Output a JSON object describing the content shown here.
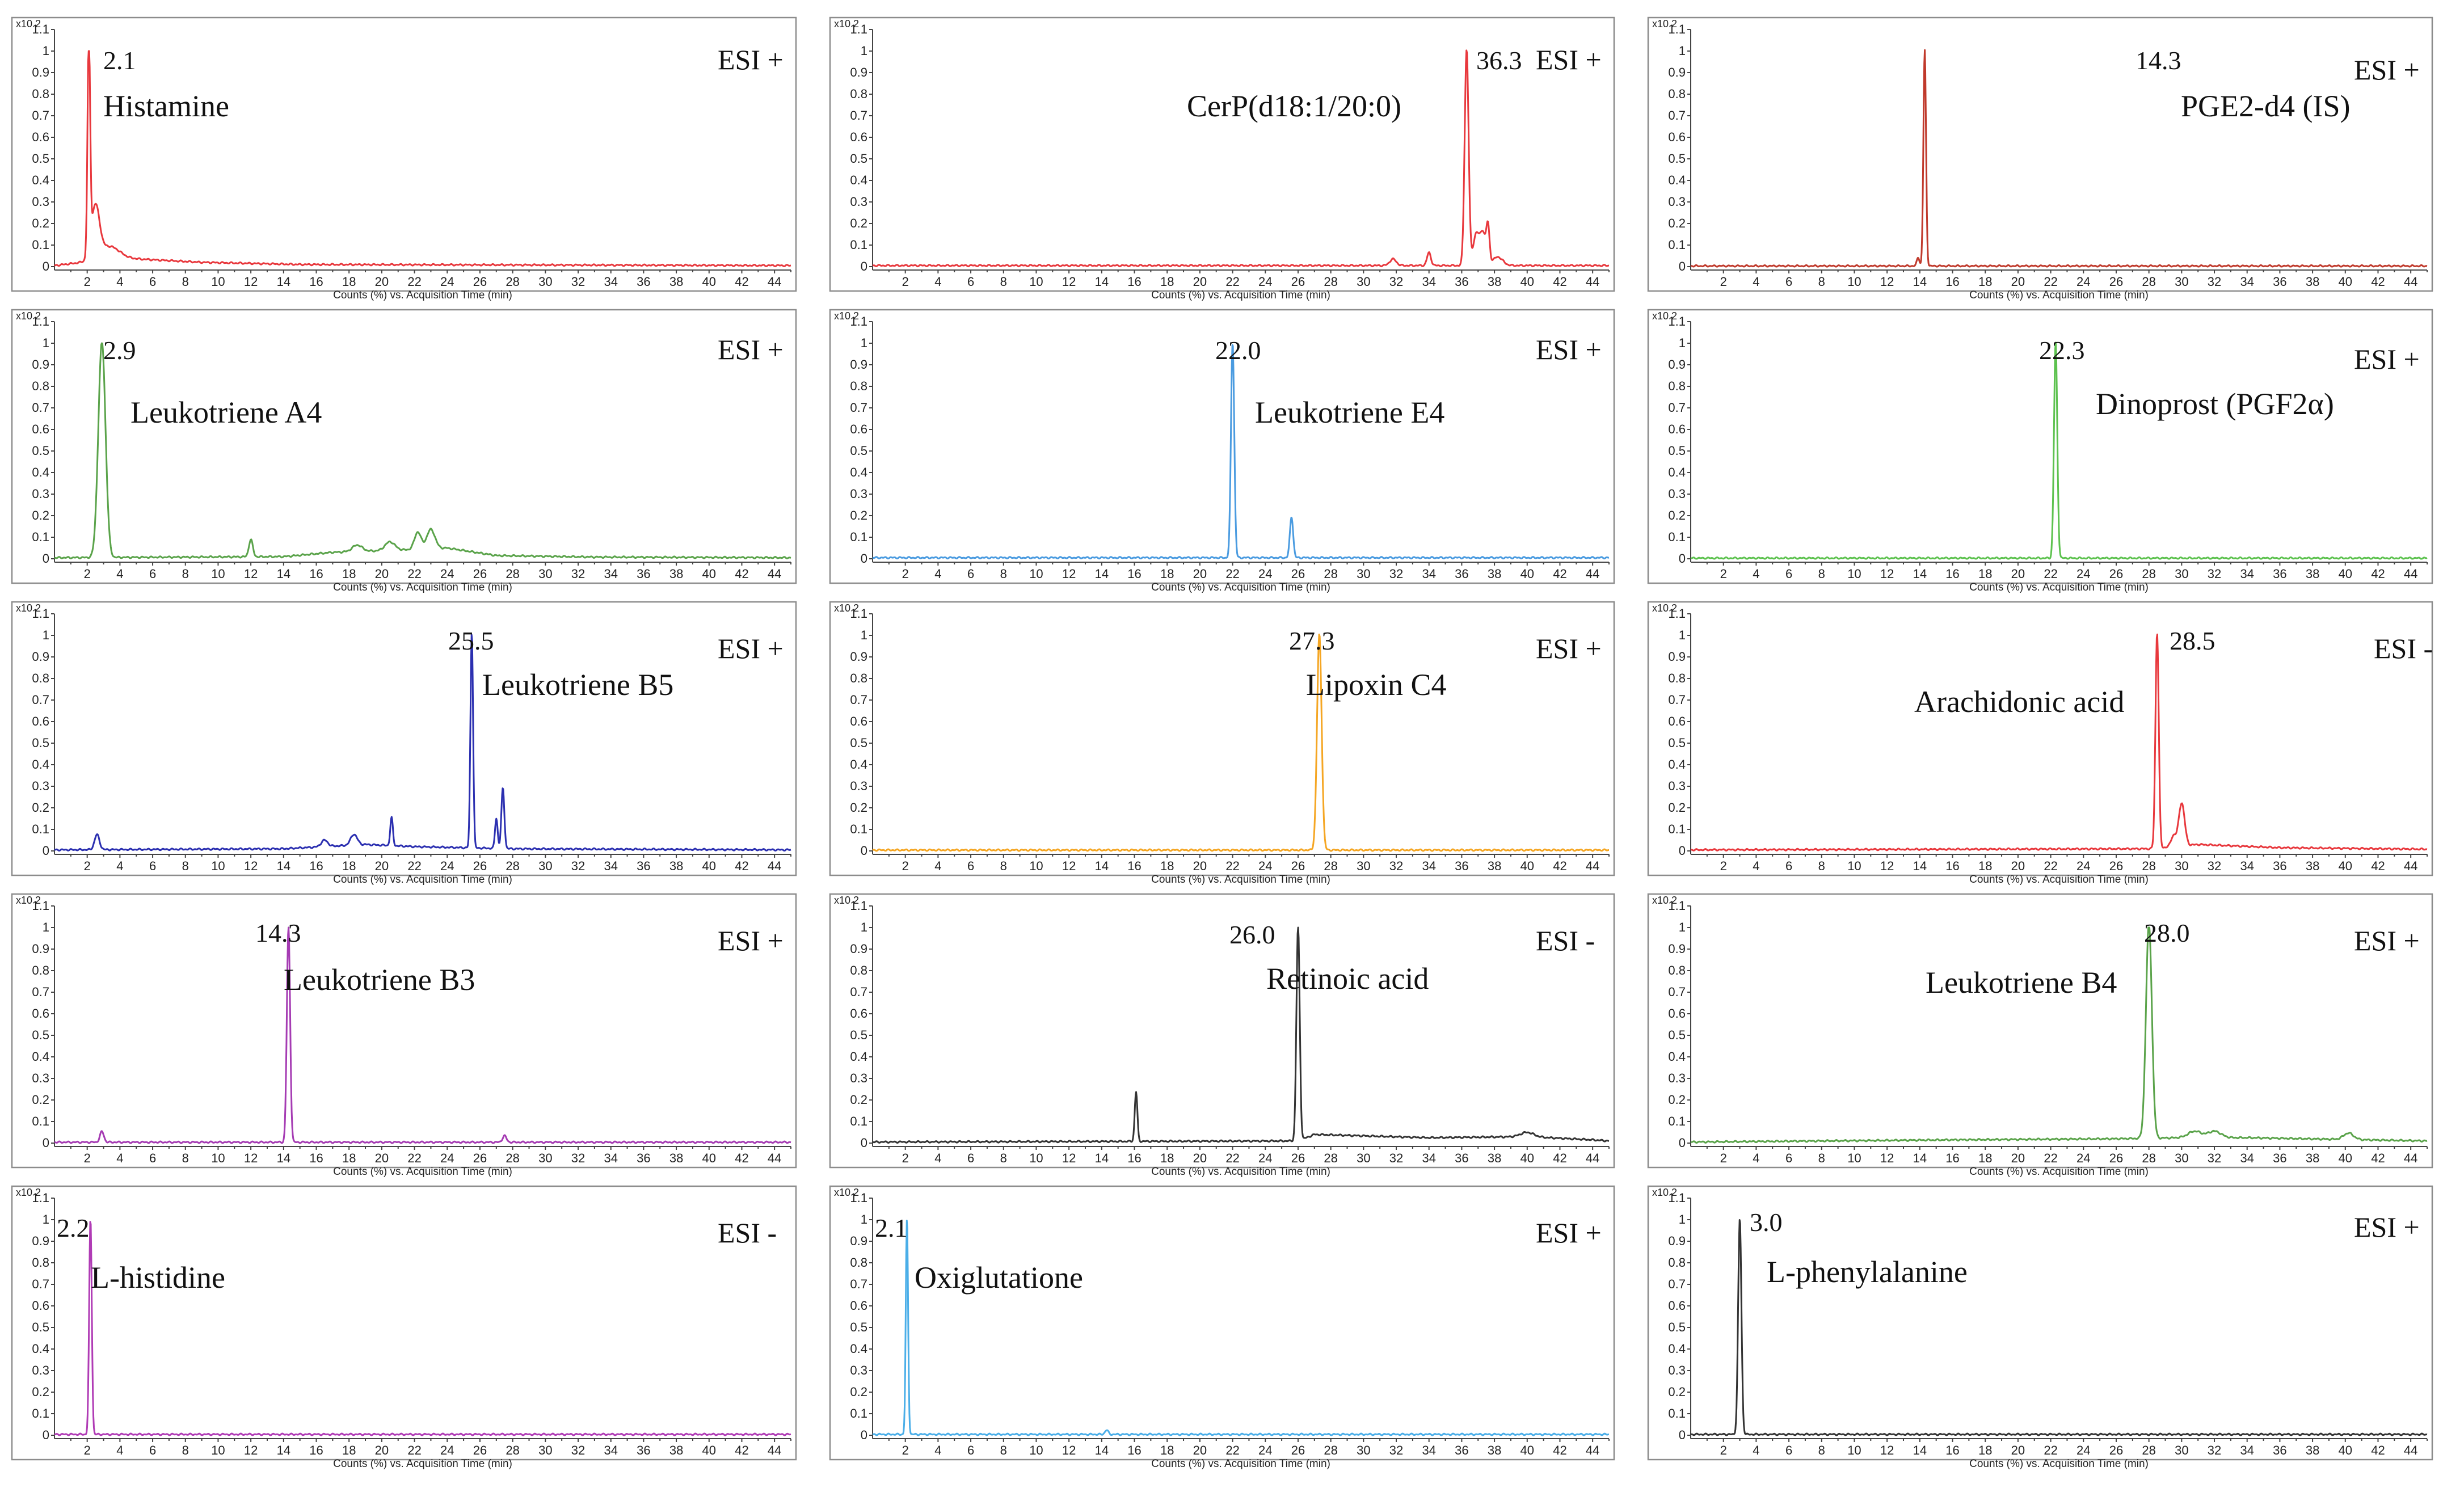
{
  "chart_data": [
    {
      "type": "line",
      "compound": "Histamine",
      "peak_rt": "2.1",
      "mode": "ESI +",
      "color": "#e8383d",
      "xlabel": "Counts (%) vs. Acquisition Time (min)",
      "yscale": "x10 2",
      "x_range": [
        0,
        45
      ],
      "y_range": [
        0,
        1.1
      ],
      "peaks": [
        {
          "rt": 2.1,
          "h": 1.0,
          "w": 0.08
        },
        {
          "rt": 2.5,
          "h": 0.24,
          "w": 0.25
        },
        {
          "rt": 3.3,
          "h": 0.06,
          "w": 0.6
        }
      ],
      "baseline": [
        [
          0,
          0.005
        ],
        [
          4,
          0.04
        ],
        [
          9,
          0.02
        ],
        [
          15,
          0.01
        ],
        [
          45,
          0.005
        ]
      ]
    },
    {
      "type": "line",
      "compound": "CerP(d18:1/20:0)",
      "peak_rt": "36.3",
      "mode": "ESI +",
      "color": "#e8383d",
      "xlabel": "Counts (%) vs. Acquisition Time (min)",
      "yscale": "x10 2",
      "x_range": [
        0,
        45
      ],
      "y_range": [
        0,
        1.1
      ],
      "peaks": [
        {
          "rt": 36.3,
          "h": 1.0,
          "w": 0.12
        },
        {
          "rt": 36.9,
          "h": 0.15,
          "w": 0.2
        },
        {
          "rt": 37.3,
          "h": 0.14,
          "w": 0.15
        },
        {
          "rt": 37.6,
          "h": 0.18,
          "w": 0.1
        },
        {
          "rt": 34.0,
          "h": 0.06,
          "w": 0.12
        },
        {
          "rt": 31.8,
          "h": 0.03,
          "w": 0.2
        },
        {
          "rt": 38.2,
          "h": 0.04,
          "w": 0.3
        }
      ],
      "baseline": [
        [
          0,
          0.005
        ],
        [
          45,
          0.005
        ]
      ]
    },
    {
      "type": "line",
      "compound": "PGE2-d4 (IS)",
      "peak_rt": "14.3",
      "mode": "ESI +",
      "color": "#c0392b",
      "xlabel": "Counts (%) vs. Acquisition Time (min)",
      "yscale": "x10 2",
      "x_range": [
        0,
        45
      ],
      "y_range": [
        0,
        1.1
      ],
      "peaks": [
        {
          "rt": 14.3,
          "h": 1.0,
          "w": 0.08
        },
        {
          "rt": 13.9,
          "h": 0.04,
          "w": 0.08
        }
      ],
      "baseline": [
        [
          0,
          0.003
        ],
        [
          45,
          0.003
        ]
      ]
    },
    {
      "type": "line",
      "compound": "Leukotriene A4",
      "peak_rt": "2.9",
      "mode": "ESI +",
      "color": "#5aa34a",
      "xlabel": "Counts (%) vs. Acquisition Time (min)",
      "yscale": "x10 2",
      "x_range": [
        0,
        45
      ],
      "y_range": [
        0,
        1.1
      ],
      "peaks": [
        {
          "rt": 2.9,
          "h": 1.0,
          "w": 0.22
        },
        {
          "rt": 12.0,
          "h": 0.08,
          "w": 0.12
        },
        {
          "rt": 22.2,
          "h": 0.08,
          "w": 0.2
        },
        {
          "rt": 23.0,
          "h": 0.09,
          "w": 0.25
        },
        {
          "rt": 20.5,
          "h": 0.04,
          "w": 0.3
        },
        {
          "rt": 18.5,
          "h": 0.03,
          "w": 0.3
        }
      ],
      "baseline": [
        [
          0,
          0.005
        ],
        [
          14,
          0.01
        ],
        [
          17,
          0.03
        ],
        [
          21,
          0.04
        ],
        [
          24,
          0.05
        ],
        [
          27,
          0.015
        ],
        [
          33,
          0.008
        ],
        [
          45,
          0.005
        ]
      ]
    },
    {
      "type": "line",
      "compound": "Leukotriene E4",
      "peak_rt": "22.0",
      "mode": "ESI +",
      "color": "#4a9be0",
      "xlabel": "Counts (%) vs. Acquisition Time (min)",
      "yscale": "x10 2",
      "x_range": [
        0,
        45
      ],
      "y_range": [
        0,
        1.1
      ],
      "peaks": [
        {
          "rt": 22.0,
          "h": 1.0,
          "w": 0.1
        },
        {
          "rt": 25.6,
          "h": 0.19,
          "w": 0.1
        }
      ],
      "baseline": [
        [
          0,
          0.005
        ],
        [
          45,
          0.005
        ]
      ]
    },
    {
      "type": "line",
      "compound": "Dinoprost (PGF2α)",
      "peak_rt": "22.3",
      "mode": "ESI +",
      "color": "#5dc24f",
      "xlabel": "Counts (%) vs. Acquisition Time (min)",
      "yscale": "x10 2",
      "x_range": [
        0,
        45
      ],
      "y_range": [
        0,
        1.1
      ],
      "peaks": [
        {
          "rt": 22.3,
          "h": 1.0,
          "w": 0.1
        }
      ],
      "baseline": [
        [
          0,
          0.003
        ],
        [
          45,
          0.003
        ]
      ]
    },
    {
      "type": "line",
      "compound": "Leukotriene B5",
      "peak_rt": "25.5",
      "mode": "ESI +",
      "color": "#2b2fb0",
      "xlabel": "Counts (%) vs. Acquisition Time (min)",
      "yscale": "x10 2",
      "x_range": [
        0,
        45
      ],
      "y_range": [
        0,
        1.1
      ],
      "peaks": [
        {
          "rt": 25.5,
          "h": 1.0,
          "w": 0.08
        },
        {
          "rt": 27.4,
          "h": 0.28,
          "w": 0.09
        },
        {
          "rt": 27.0,
          "h": 0.14,
          "w": 0.08
        },
        {
          "rt": 20.6,
          "h": 0.13,
          "w": 0.08
        },
        {
          "rt": 2.6,
          "h": 0.07,
          "w": 0.15
        },
        {
          "rt": 18.3,
          "h": 0.05,
          "w": 0.2
        },
        {
          "rt": 16.5,
          "h": 0.03,
          "w": 0.2
        }
      ],
      "baseline": [
        [
          0,
          0.005
        ],
        [
          14,
          0.01
        ],
        [
          19,
          0.03
        ],
        [
          22,
          0.02
        ],
        [
          28,
          0.01
        ],
        [
          45,
          0.005
        ]
      ]
    },
    {
      "type": "line",
      "compound": "Lipoxin C4",
      "peak_rt": "27.3",
      "mode": "ESI +",
      "color": "#f5a623",
      "xlabel": "Counts (%) vs. Acquisition Time (min)",
      "yscale": "x10 2",
      "x_range": [
        0,
        45
      ],
      "y_range": [
        0,
        1.1
      ],
      "peaks": [
        {
          "rt": 27.3,
          "h": 1.0,
          "w": 0.14
        }
      ],
      "baseline": [
        [
          0,
          0.004
        ],
        [
          45,
          0.004
        ]
      ]
    },
    {
      "type": "line",
      "compound": "Arachidonic acid",
      "peak_rt": "28.5",
      "mode": "ESI -",
      "color": "#e8383d",
      "xlabel": "Counts (%) vs. Acquisition Time (min)",
      "yscale": "x10 2",
      "x_range": [
        0,
        45
      ],
      "y_range": [
        0,
        1.1
      ],
      "peaks": [
        {
          "rt": 28.5,
          "h": 1.0,
          "w": 0.1
        },
        {
          "rt": 30.0,
          "h": 0.2,
          "w": 0.18
        },
        {
          "rt": 29.5,
          "h": 0.05,
          "w": 0.15
        }
      ],
      "baseline": [
        [
          0,
          0.005
        ],
        [
          28,
          0.01
        ],
        [
          31,
          0.03
        ],
        [
          36,
          0.015
        ],
        [
          45,
          0.008
        ]
      ]
    },
    {
      "type": "line",
      "compound": "Leukotriene B3",
      "peak_rt": "14.3",
      "mode": "ESI +",
      "color": "#a53bb3",
      "xlabel": "Counts (%) vs. Acquisition Time (min)",
      "yscale": "x10 2",
      "x_range": [
        0,
        45
      ],
      "y_range": [
        0,
        1.1
      ],
      "peaks": [
        {
          "rt": 14.3,
          "h": 1.0,
          "w": 0.1
        },
        {
          "rt": 2.9,
          "h": 0.05,
          "w": 0.12
        },
        {
          "rt": 27.5,
          "h": 0.03,
          "w": 0.12
        }
      ],
      "baseline": [
        [
          0,
          0.004
        ],
        [
          45,
          0.004
        ]
      ]
    },
    {
      "type": "line",
      "compound": "Retinoic acid",
      "peak_rt": "26.0",
      "mode": "ESI -",
      "color": "#333333",
      "xlabel": "Counts (%) vs. Acquisition Time (min)",
      "yscale": "x10 2",
      "x_range": [
        0,
        45
      ],
      "y_range": [
        0,
        1.1
      ],
      "peaks": [
        {
          "rt": 26.0,
          "h": 1.0,
          "w": 0.1
        },
        {
          "rt": 16.1,
          "h": 0.23,
          "w": 0.08
        },
        {
          "rt": 40.0,
          "h": 0.02,
          "w": 0.4
        }
      ],
      "baseline": [
        [
          0,
          0.005
        ],
        [
          26,
          0.01
        ],
        [
          27,
          0.04
        ],
        [
          34,
          0.025
        ],
        [
          40,
          0.03
        ],
        [
          44,
          0.015
        ],
        [
          45,
          0.01
        ]
      ]
    },
    {
      "type": "line",
      "compound": "Leukotriene B4",
      "peak_rt": "28.0",
      "mode": "ESI +",
      "color": "#5aa34a",
      "xlabel": "Counts (%) vs. Acquisition Time (min)",
      "yscale": "x10 2",
      "x_range": [
        0,
        45
      ],
      "y_range": [
        0,
        1.1
      ],
      "peaks": [
        {
          "rt": 28.0,
          "h": 1.0,
          "w": 0.18
        },
        {
          "rt": 30.8,
          "h": 0.03,
          "w": 0.4
        },
        {
          "rt": 32.0,
          "h": 0.03,
          "w": 0.4
        },
        {
          "rt": 40.2,
          "h": 0.03,
          "w": 0.3
        }
      ],
      "baseline": [
        [
          0,
          0.005
        ],
        [
          16,
          0.015
        ],
        [
          26,
          0.02
        ],
        [
          30,
          0.025
        ],
        [
          34,
          0.025
        ],
        [
          45,
          0.01
        ]
      ]
    },
    {
      "type": "line",
      "compound": "L-histidine",
      "peak_rt": "2.2",
      "mode": "ESI -",
      "color": "#b03bb5",
      "xlabel": "Counts (%) vs. Acquisition Time (min)",
      "yscale": "x10 2",
      "x_range": [
        0,
        45
      ],
      "y_range": [
        0,
        1.1
      ],
      "peaks": [
        {
          "rt": 2.2,
          "h": 1.0,
          "w": 0.08
        }
      ],
      "baseline": [
        [
          0,
          0.004
        ],
        [
          45,
          0.004
        ]
      ]
    },
    {
      "type": "line",
      "compound": "Oxiglutatione",
      "peak_rt": "2.1",
      "mode": "ESI +",
      "color": "#4aaee8",
      "xlabel": "Counts (%) vs. Acquisition Time (min)",
      "yscale": "x10 2",
      "x_range": [
        0,
        45
      ],
      "y_range": [
        0,
        1.1
      ],
      "peaks": [
        {
          "rt": 2.1,
          "h": 1.0,
          "w": 0.07
        },
        {
          "rt": 14.3,
          "h": 0.02,
          "w": 0.1
        }
      ],
      "baseline": [
        [
          0,
          0.004
        ],
        [
          45,
          0.004
        ]
      ]
    },
    {
      "type": "line",
      "compound": "L-phenylalanine",
      "peak_rt": "3.0",
      "mode": "ESI +",
      "color": "#333333",
      "xlabel": "Counts (%) vs. Acquisition Time (min)",
      "yscale": "x10 2",
      "x_range": [
        0,
        45
      ],
      "y_range": [
        0,
        1.1
      ],
      "peaks": [
        {
          "rt": 3.0,
          "h": 1.0,
          "w": 0.1
        }
      ],
      "baseline": [
        [
          0,
          0.004
        ],
        [
          45,
          0.004
        ]
      ]
    }
  ]
}
